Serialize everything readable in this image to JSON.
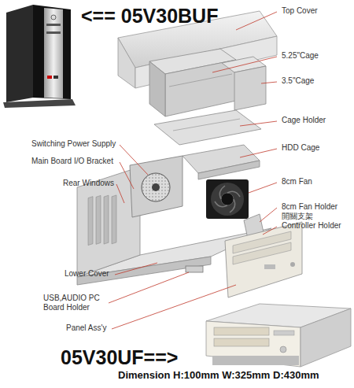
{
  "diagram": {
    "labels": [
      "<== 05V30BUF",
      "Top Cover",
      "5.25\"Cage",
      "3.5\"Cage",
      "Cage Holder",
      "HDD Cage",
      "8cm Fan",
      "8cm Fan Holder",
      "開關支架",
      "Controller Holder",
      "Switching Power Supply",
      "Main Board I/O Bracket",
      "Rear Windows",
      "Lower Cover",
      "USB,AUDIO PC Board Holder",
      "Panel Ass'y",
      "05V30UF==>",
      "Dimension H:100mm W:325mm D:430mm"
    ]
  }
}
